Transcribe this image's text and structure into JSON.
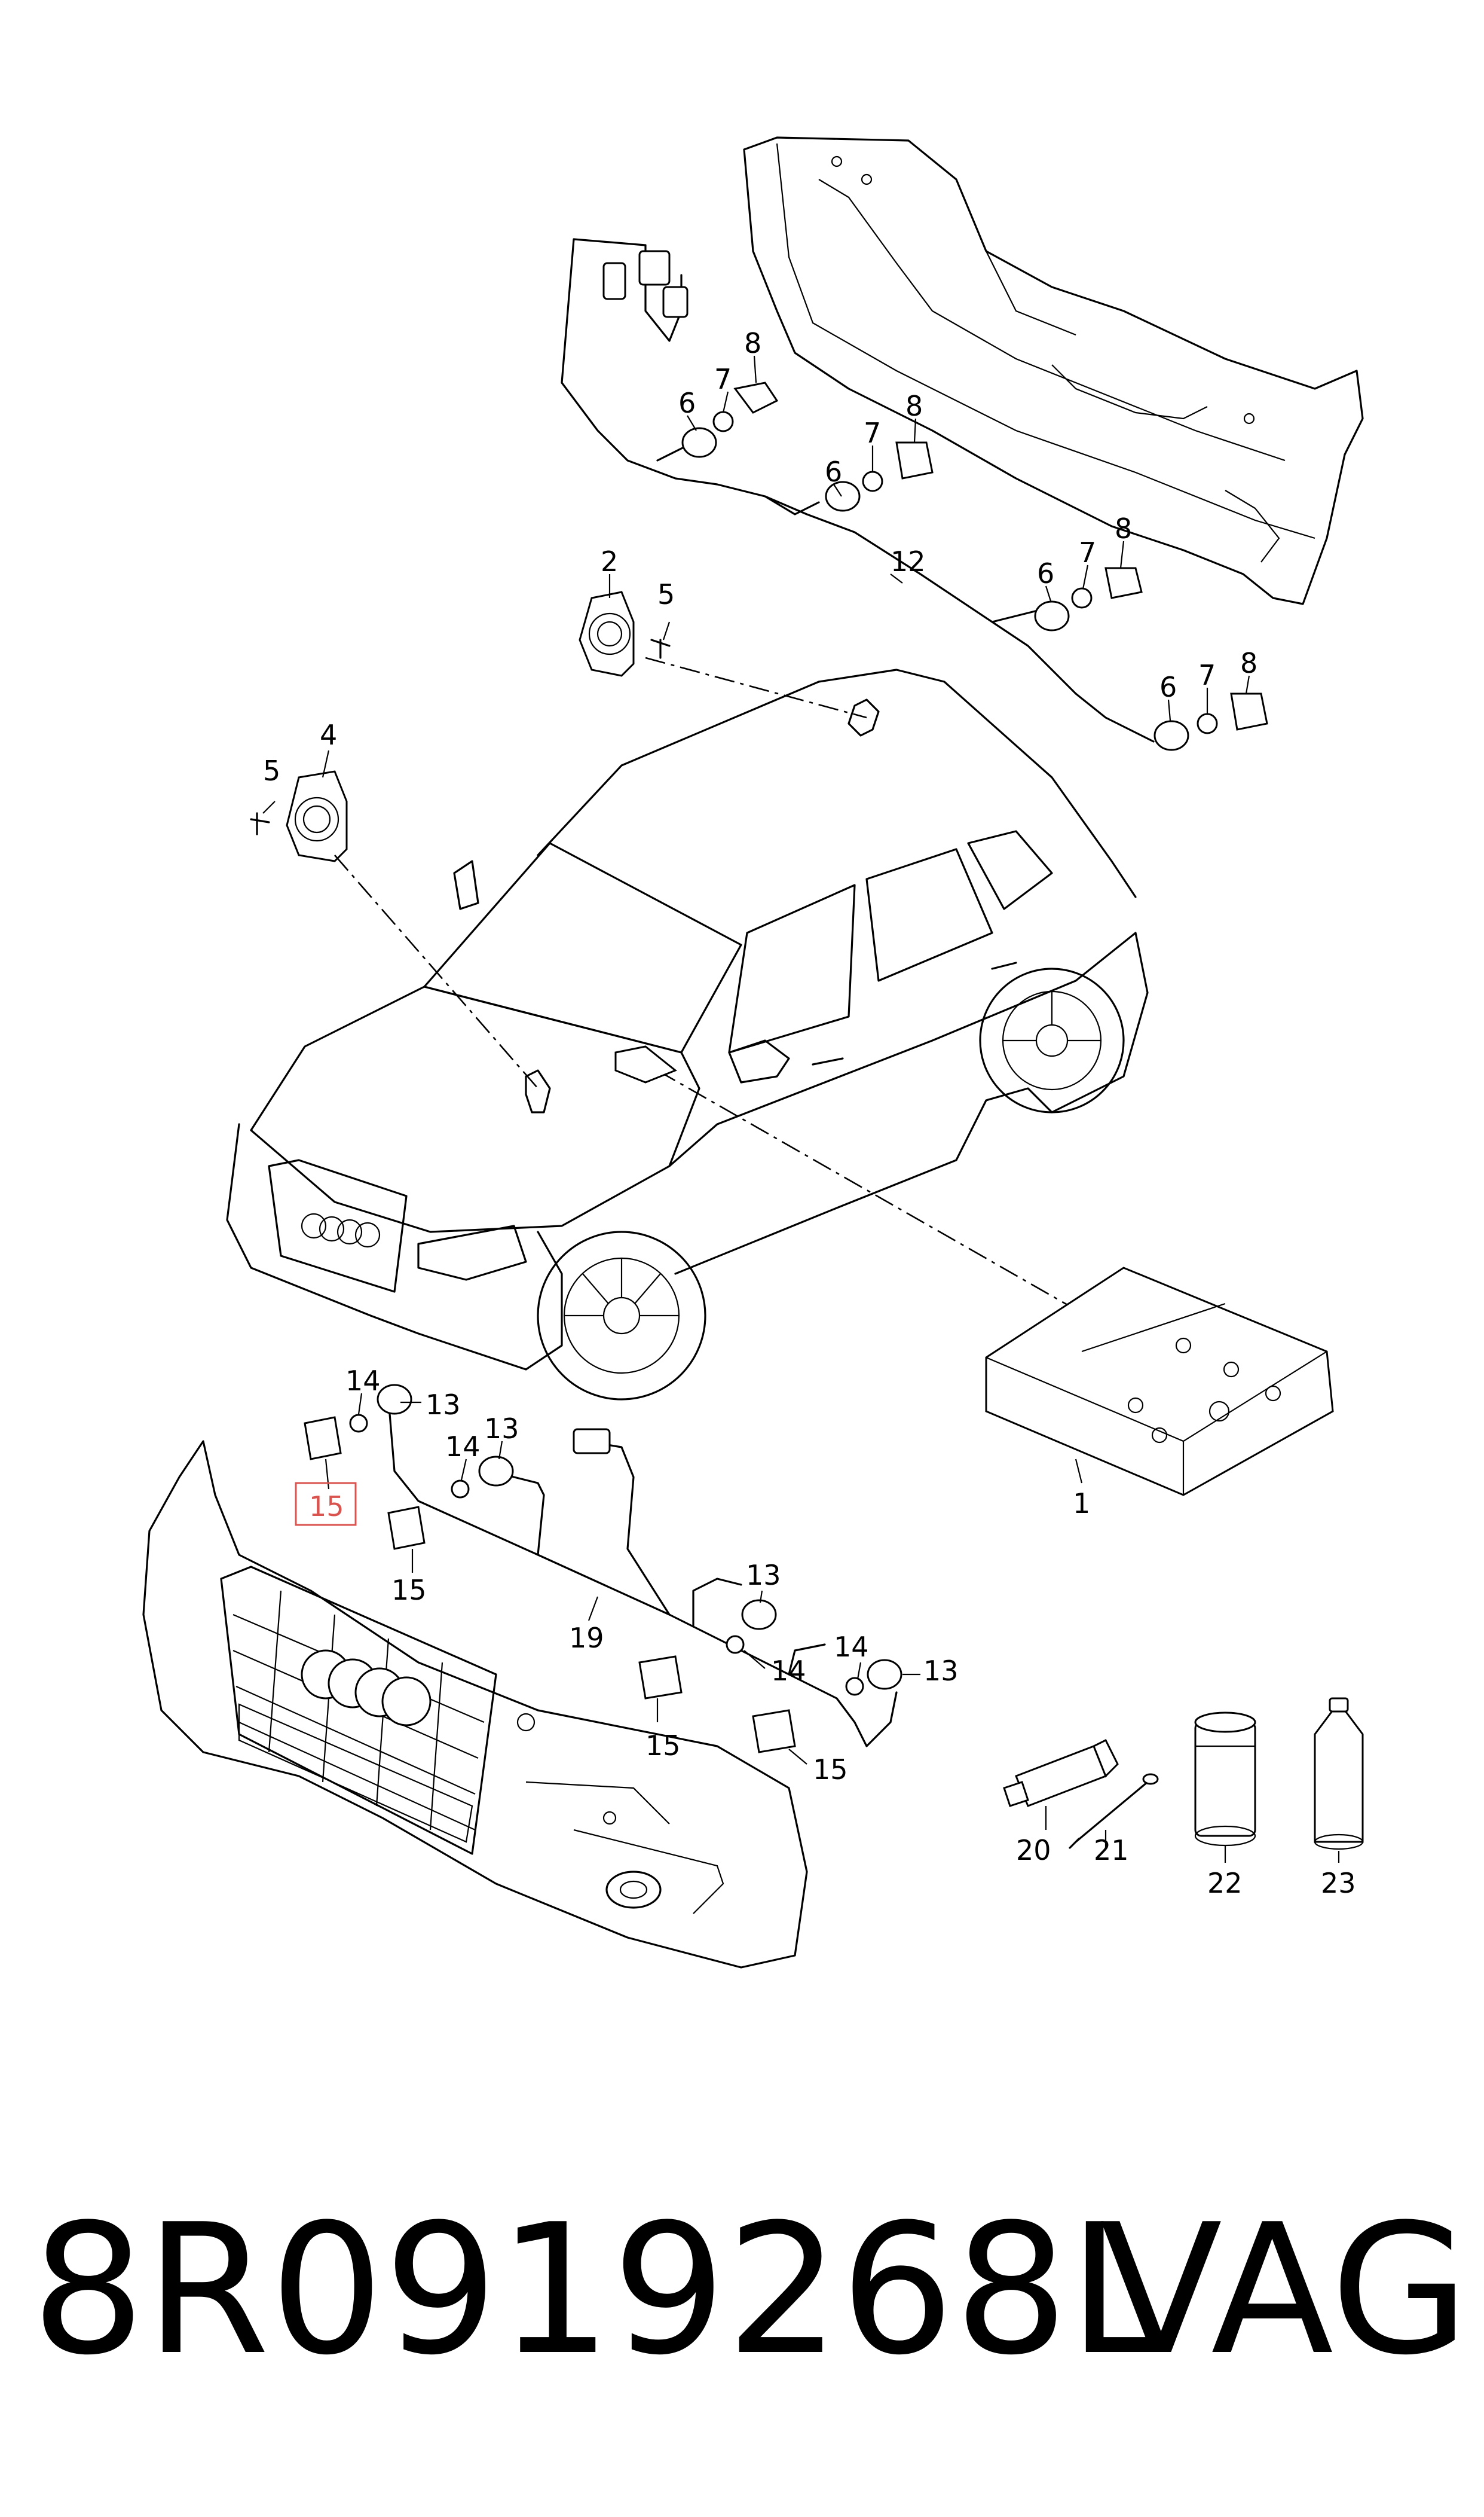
{
  "callouts": {
    "c1": "1",
    "c2": "2",
    "c4": "4",
    "c5a": "5",
    "c5b": "5",
    "c6a": "6",
    "c6b": "6",
    "c6c": "6",
    "c6d": "6",
    "c7a": "7",
    "c7b": "7",
    "c7c": "7",
    "c7d": "7",
    "c8a": "8",
    "c8b": "8",
    "c8c": "8",
    "c8d": "8",
    "c12": "12",
    "c13a": "13",
    "c13b": "13",
    "c13c": "13",
    "c13d": "13",
    "c14a": "14",
    "c14b": "14",
    "c14c": "14",
    "c14d": "14",
    "c15_highlight": "15",
    "c15b": "15",
    "c15c": "15",
    "c15d": "15",
    "c19": "19",
    "c20": "20",
    "c21": "21",
    "c22": "22",
    "c23": "23"
  },
  "highlight_color": "#d9534f",
  "caption": {
    "part_number": "8R0919268L",
    "brand": "VAG"
  }
}
